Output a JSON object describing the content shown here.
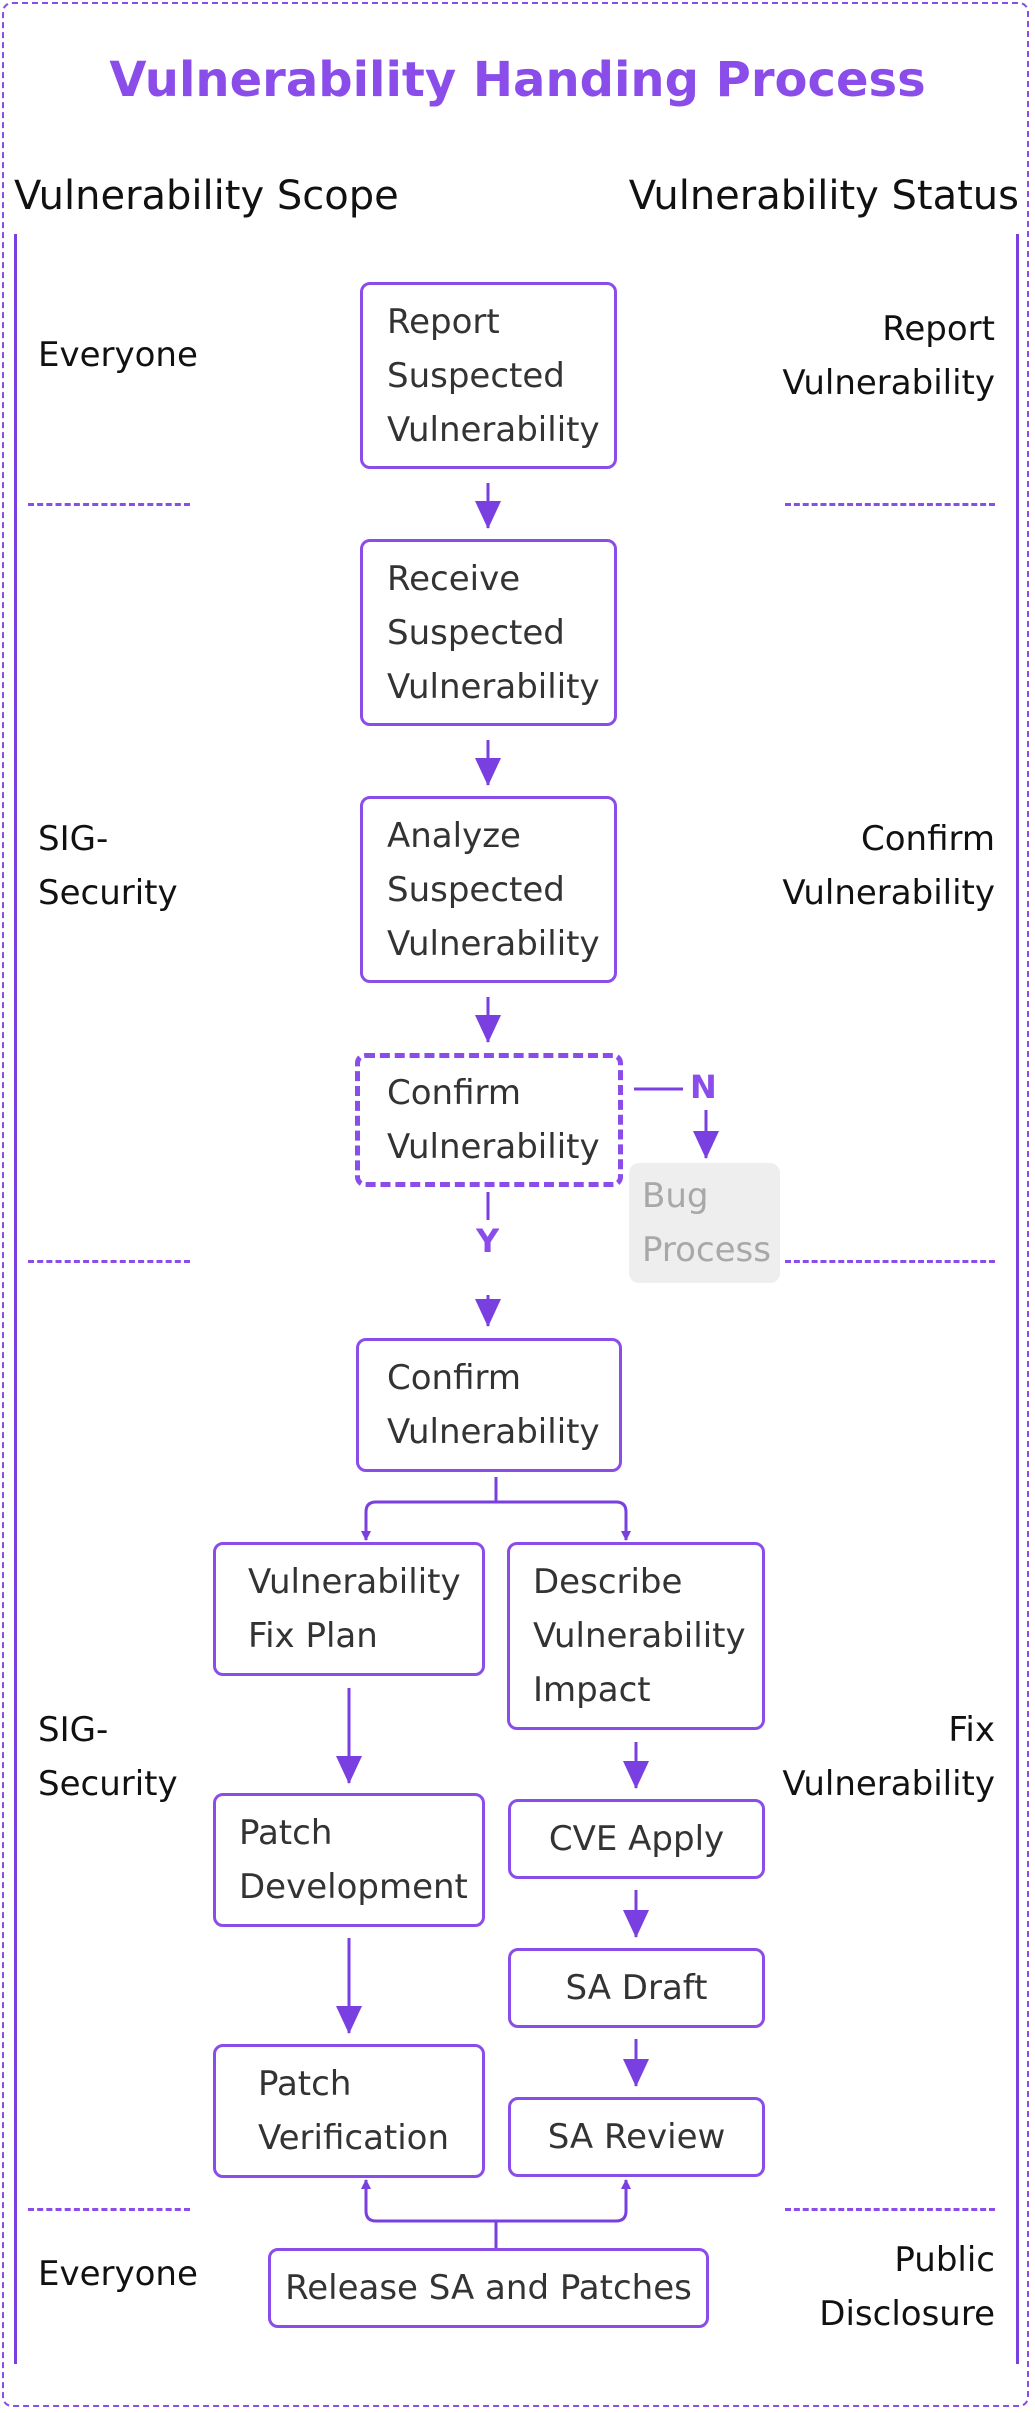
{
  "title": "Vulnerability Handing Process",
  "headers": {
    "scope": "Vulnerability Scope",
    "status": "Vulnerability Status"
  },
  "scope_labels": [
    {
      "lines": [
        "Everyone"
      ]
    },
    {
      "lines": [
        "SIG-",
        "Security"
      ]
    },
    {
      "lines": [
        "SIG-",
        "Security"
      ]
    },
    {
      "lines": [
        "Everyone"
      ]
    }
  ],
  "status_labels": [
    {
      "lines": [
        "Report",
        "Vulnerability"
      ]
    },
    {
      "lines": [
        "Confirm",
        "Vulnerability"
      ]
    },
    {
      "lines": [
        "Fix",
        "Vulnerability"
      ]
    },
    {
      "lines": [
        "Public",
        "Disclosure"
      ]
    }
  ],
  "steps": {
    "report": [
      "Report",
      "Suspected",
      "Vulnerability"
    ],
    "receive": [
      "Receive",
      "Suspected",
      "Vulnerability"
    ],
    "analyze": [
      "Analyze",
      "Suspected",
      "Vulnerability"
    ],
    "decision": [
      "Confirm",
      "Vulnerability"
    ],
    "bug": [
      "Bug",
      "Process"
    ],
    "confirmed": [
      "Confirm",
      "Vulnerability"
    ],
    "fix_plan": [
      "Vulnerability",
      "Fix Plan"
    ],
    "impact": [
      "Describe",
      "Vulnerability",
      "Impact"
    ],
    "patch_dev": [
      "Patch",
      "Development"
    ],
    "cve": [
      "CVE Apply"
    ],
    "sa_draft": [
      "SA Draft"
    ],
    "patch_verify": [
      "Patch",
      "Verification"
    ],
    "sa_review": [
      "SA Review"
    ],
    "release": [
      "Release SA and Patches"
    ]
  },
  "decision_labels": {
    "no": "N",
    "yes": "Y"
  },
  "colors": {
    "accent": "#8b4dea",
    "line": "#7a3fe0",
    "text": "#111111",
    "box_text": "#333333",
    "grey_box": "#eeeeee"
  }
}
